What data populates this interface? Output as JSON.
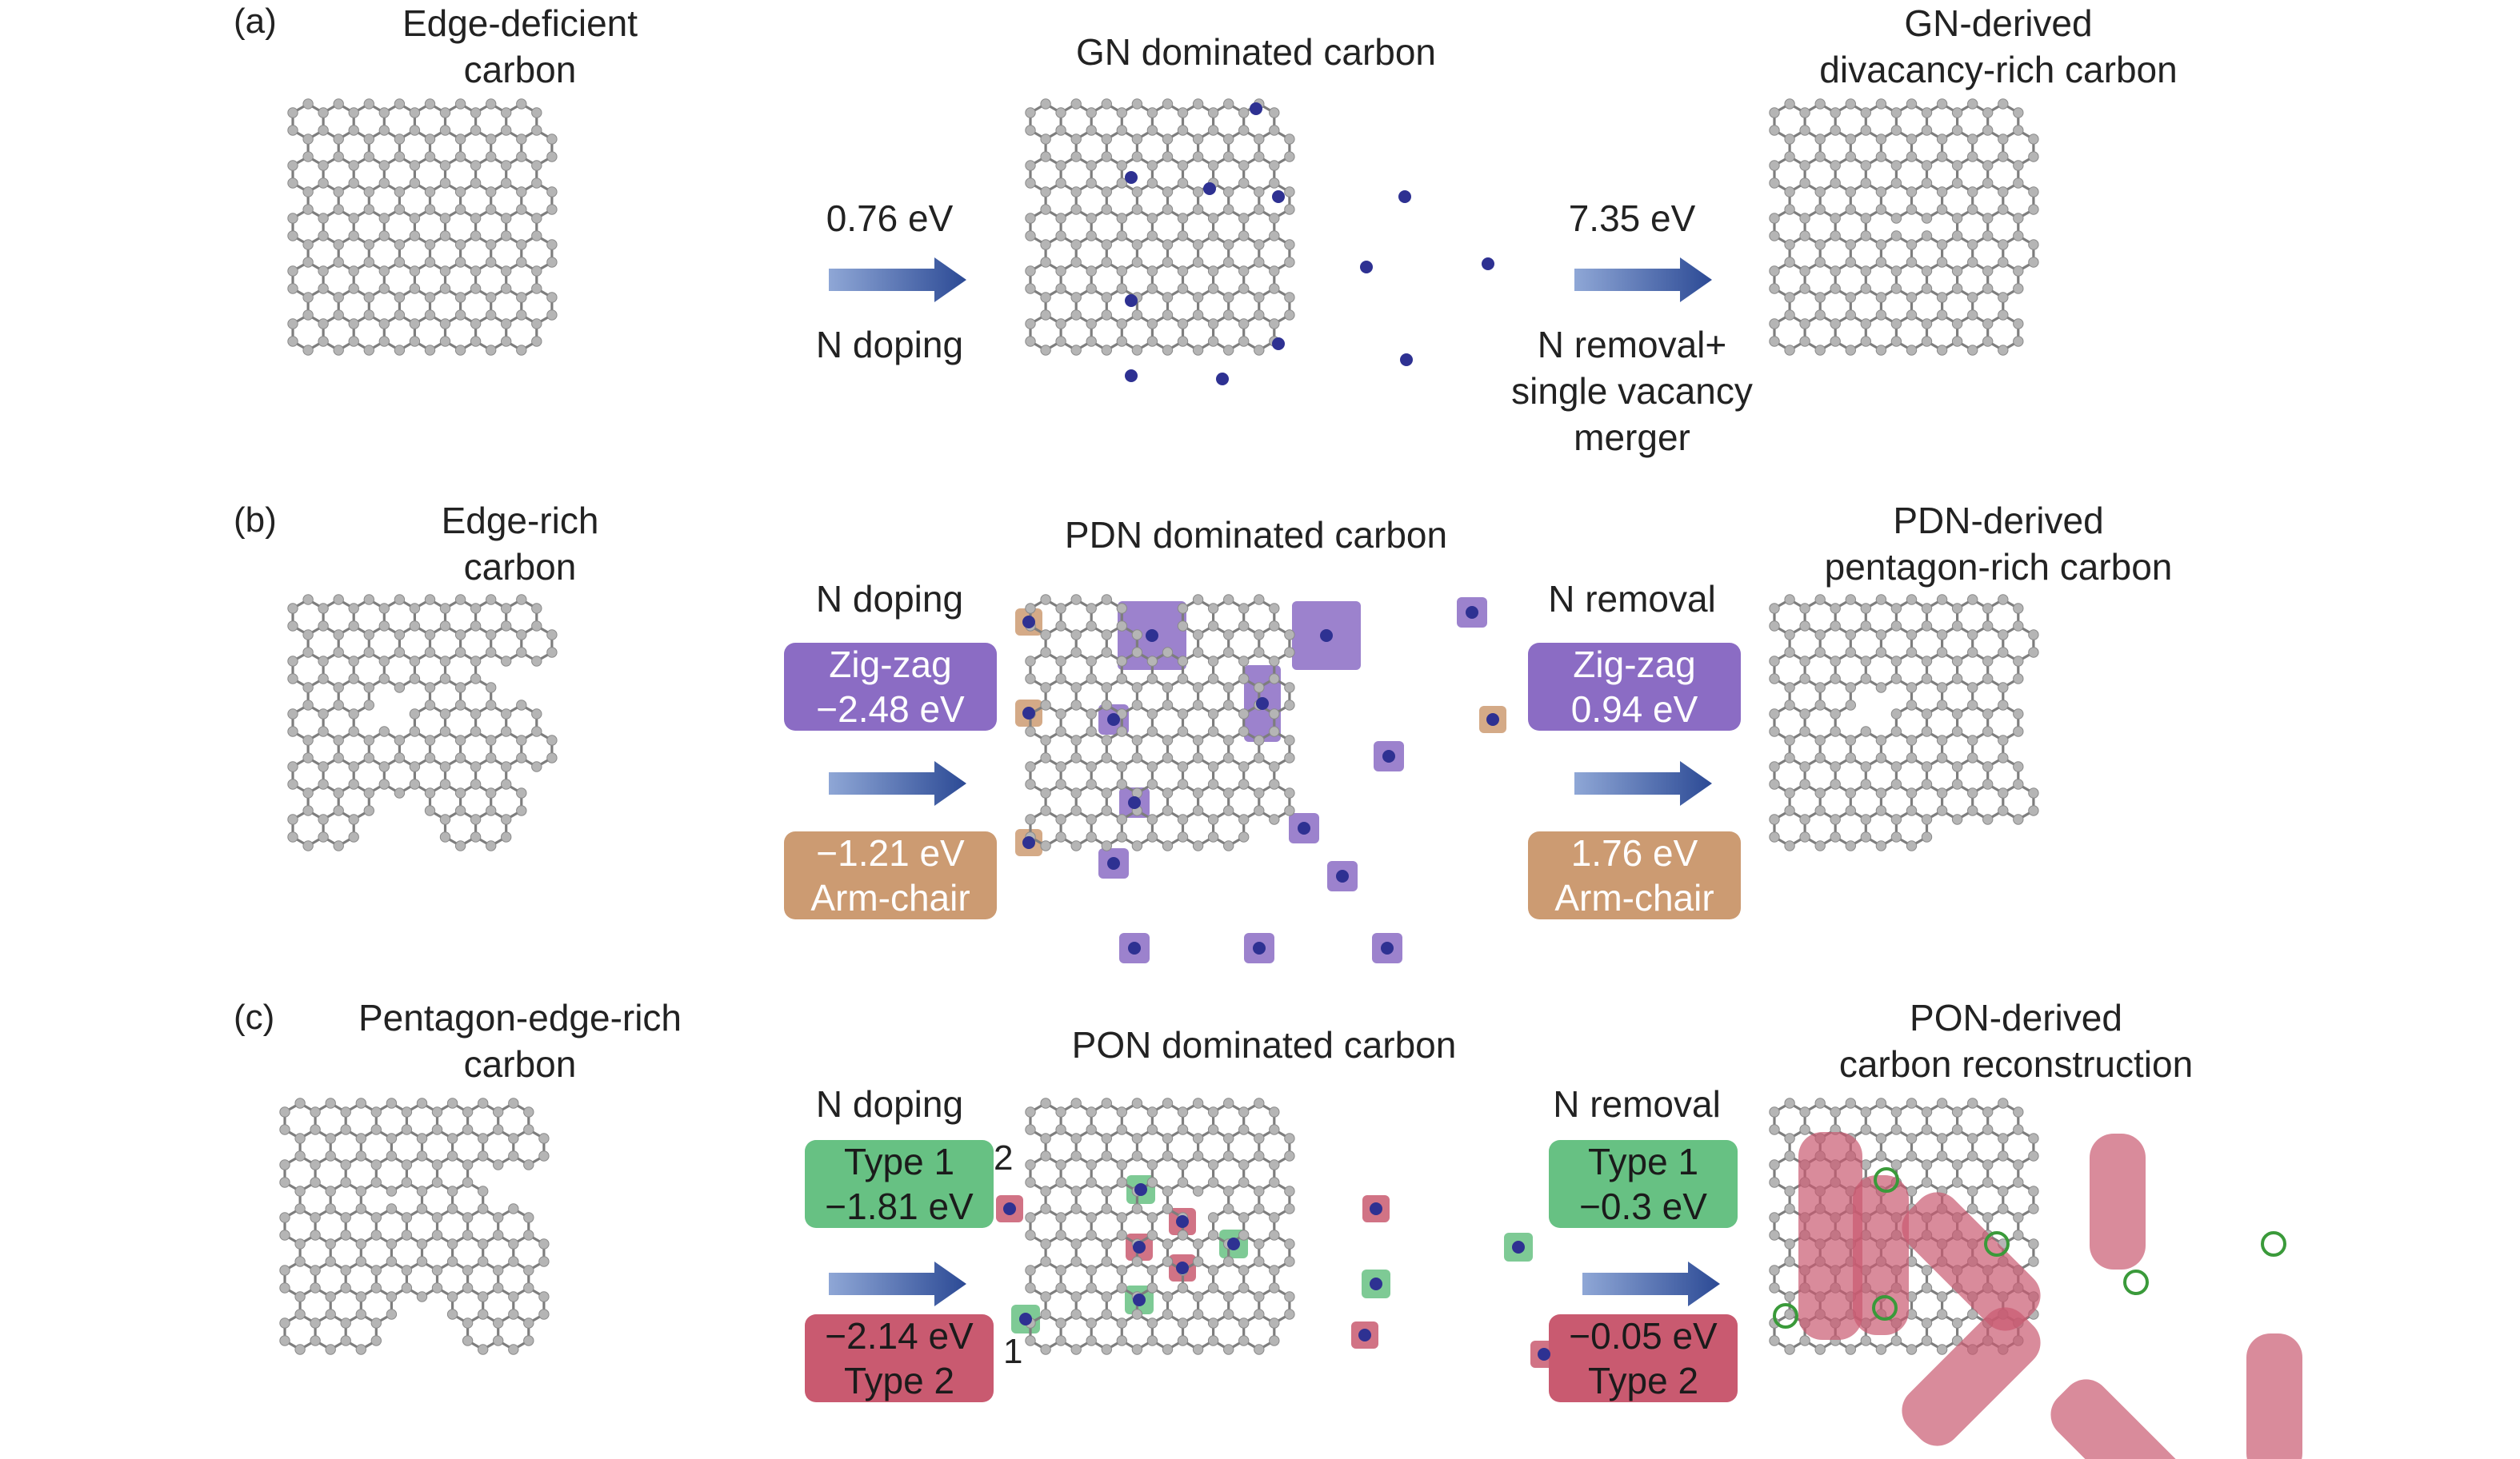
{
  "panels": [
    {
      "label": "(a)",
      "input_title": [
        "Edge-deficient",
        "carbon"
      ],
      "mid_title": [
        "GN dominated carbon"
      ],
      "output_title": [
        "GN-derived",
        "divacancy-rich carbon"
      ],
      "step1": {
        "top": [
          "0.76 eV"
        ],
        "bottom": [
          "N doping"
        ]
      },
      "step2": {
        "top": [
          "7.35 eV"
        ],
        "bottom": [
          "N removal+",
          "single vacancy",
          "merger"
        ]
      }
    },
    {
      "label": "(b)",
      "input_title": [
        "Edge-rich",
        "carbon"
      ],
      "mid_title": [
        "PDN dominated carbon"
      ],
      "output_title": [
        "PDN-derived",
        "pentagon-rich carbon"
      ],
      "step1": {
        "heading": "N doping",
        "box_top": [
          "Zig-zag",
          "−2.48 eV"
        ],
        "box_bottom": [
          "−1.21 eV",
          "Arm-chair"
        ]
      },
      "step2": {
        "heading": "N removal",
        "box_top": [
          "Zig-zag",
          "0.94 eV"
        ],
        "box_bottom": [
          "1.76 eV",
          "Arm-chair"
        ]
      }
    },
    {
      "label": "(c)",
      "input_title": [
        "Pentagon-edge-rich",
        "carbon"
      ],
      "mid_title": [
        "PON dominated carbon"
      ],
      "output_title": [
        "PON-derived",
        "carbon reconstruction"
      ],
      "step1": {
        "heading": "N doping",
        "box_top": [
          "Type 1",
          "−1.81 eV"
        ],
        "box_bottom": [
          "−2.14 eV",
          "Type 2"
        ]
      },
      "step2": {
        "heading": "N removal",
        "box_top": [
          "Type 1",
          "−0.3 eV"
        ],
        "box_bottom": [
          "−0.05 eV",
          "Type 2"
        ]
      },
      "site_labels": [
        "2",
        "1"
      ]
    }
  ],
  "colors": {
    "carbon_atom": "#b5b5b5",
    "bond": "#7d7d7d",
    "nitrogen_atom": "#2e3192",
    "arrow_light": "#8fa7d6",
    "arrow_dark": "#2c4a95",
    "pdn_zigzag": "#8b6cc4",
    "pdn_armchair": "#cc9b72",
    "pon_type1": "#67c183",
    "pon_type2": "#c95a70",
    "vacancy_ring": "#3a9a3a"
  }
}
